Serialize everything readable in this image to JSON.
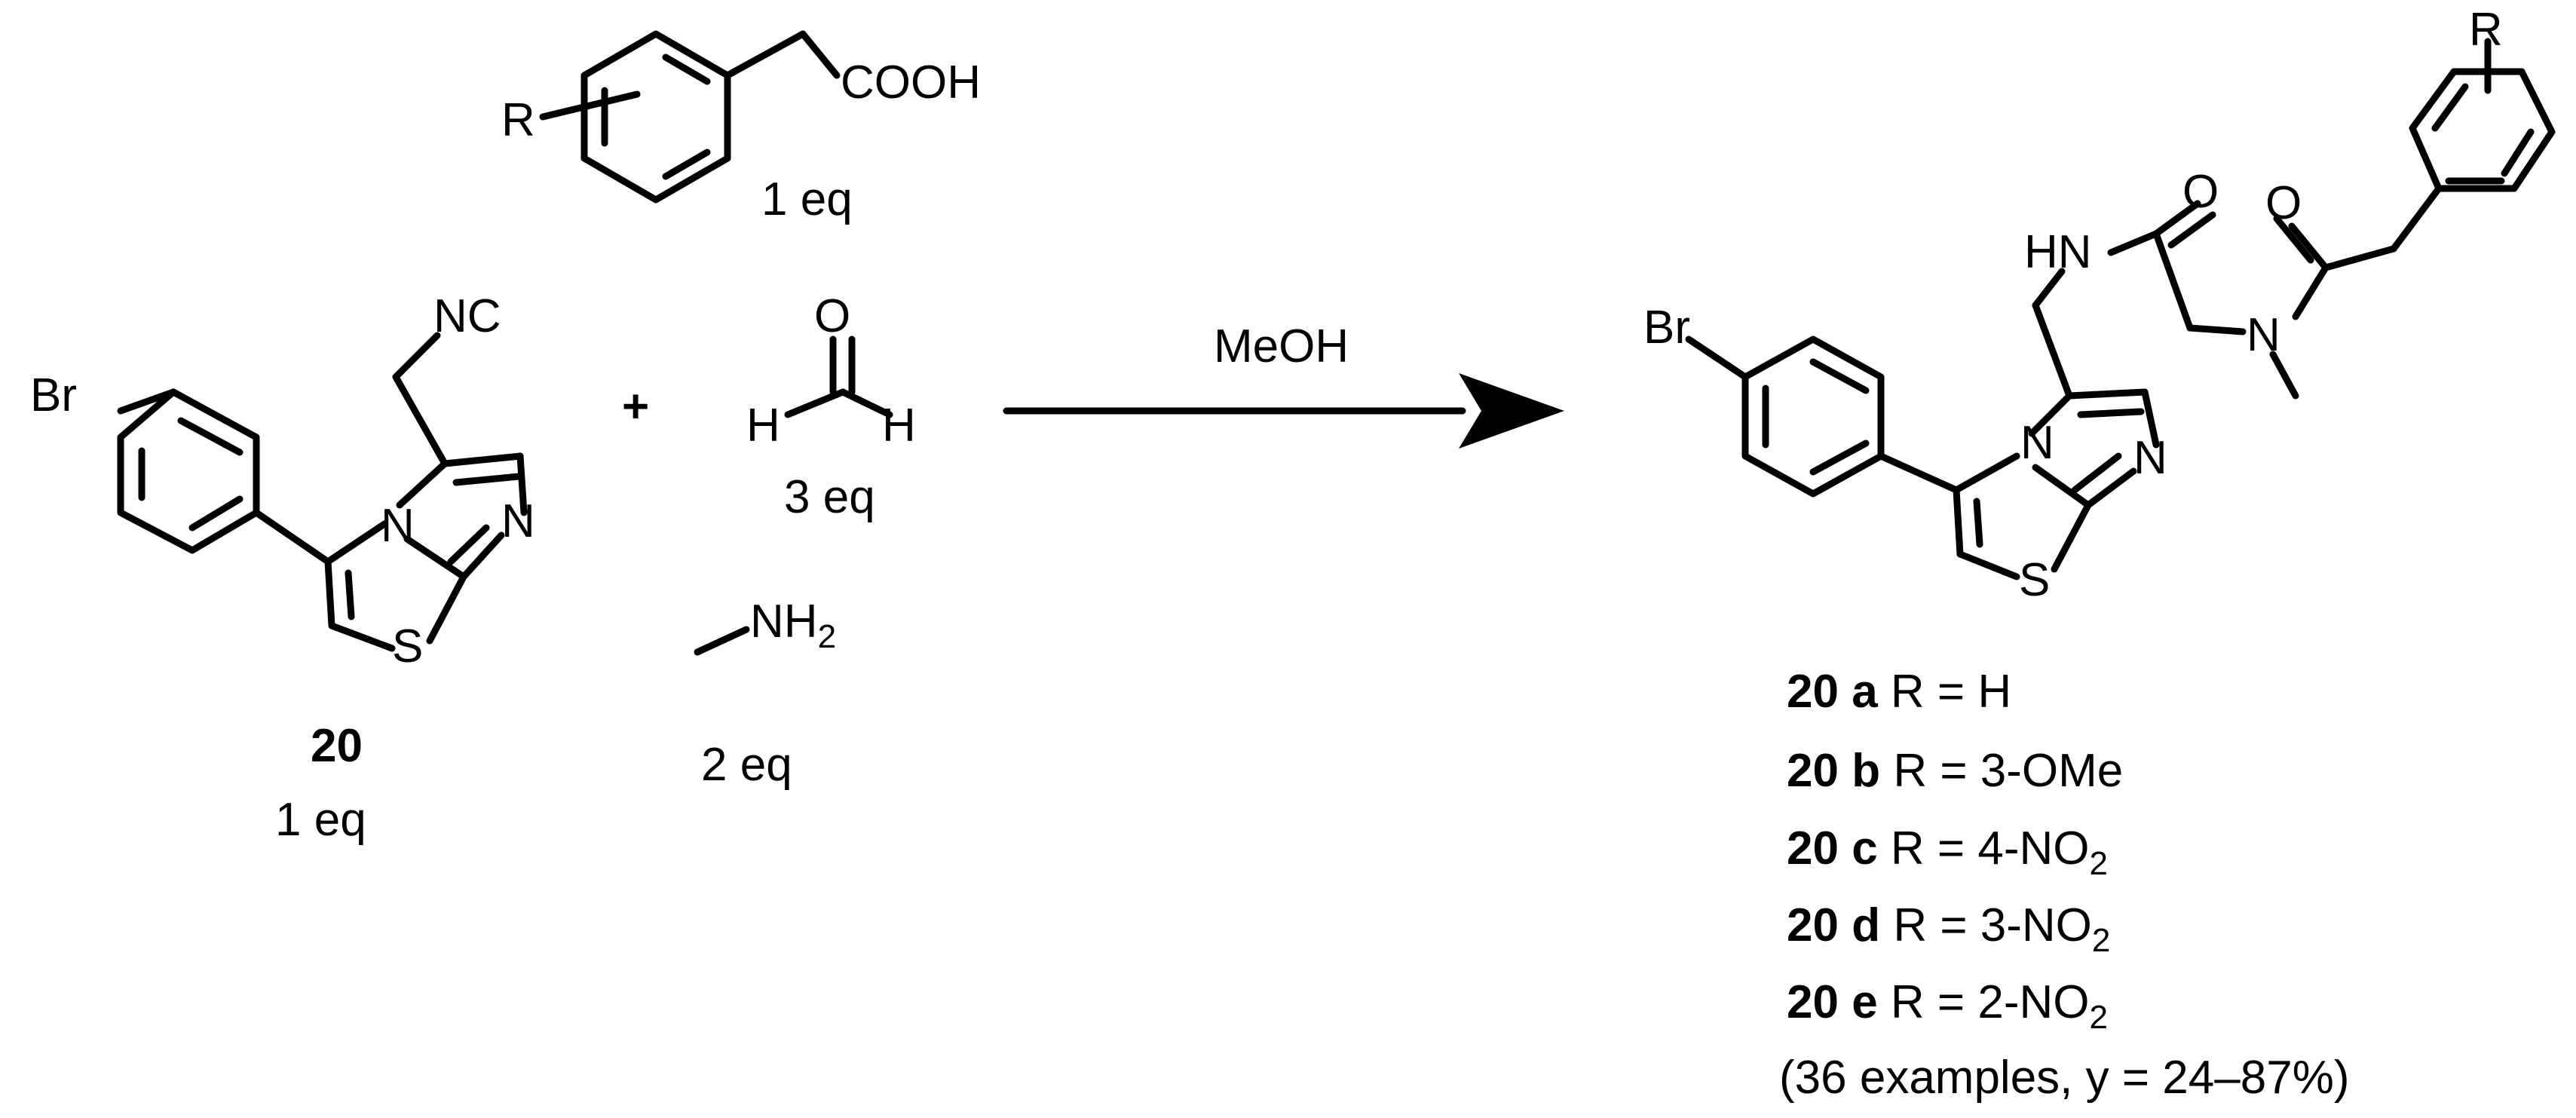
{
  "reagents": {
    "acid": {
      "r": "R",
      "cooh": "COOH",
      "eq": "1 eq"
    },
    "isocyanide": {
      "br": "Br",
      "nc": "NC",
      "n_ring": "N",
      "n_bridge": "N",
      "s": "S",
      "compound": "20",
      "eq": "1 eq"
    },
    "plus": "+",
    "formaldehyde": {
      "o": "O",
      "h_left": "H",
      "h_right": "H",
      "eq": "3 eq"
    },
    "methylamine": {
      "nh": "NH",
      "sub": "2",
      "eq": "2 eq"
    }
  },
  "conditions": {
    "solvent": "MeOH"
  },
  "product": {
    "br": "Br",
    "hn": "HN",
    "o_amide": "O",
    "o_acyl": "O",
    "n_methyl": "N",
    "r": "R",
    "n_ring": "N",
    "n_bridge": "N",
    "s": "S"
  },
  "examples": [
    {
      "cpd": "20",
      "letter": "a",
      "r_text": "R = H",
      "sub": ""
    },
    {
      "cpd": "20",
      "letter": "b",
      "r_text": "R = 3-OMe",
      "sub": ""
    },
    {
      "cpd": "20",
      "letter": "c",
      "r_text": "R = 4-NO",
      "sub": "2"
    },
    {
      "cpd": "20",
      "letter": "d",
      "r_text": "R = 3-NO",
      "sub": "2"
    },
    {
      "cpd": "20",
      "letter": "e",
      "r_text": "R = 2-NO",
      "sub": "2"
    }
  ],
  "summary": "(36 examples, y = 24–87%)",
  "colors": {
    "ink": "#000000",
    "background": "#ffffff"
  }
}
